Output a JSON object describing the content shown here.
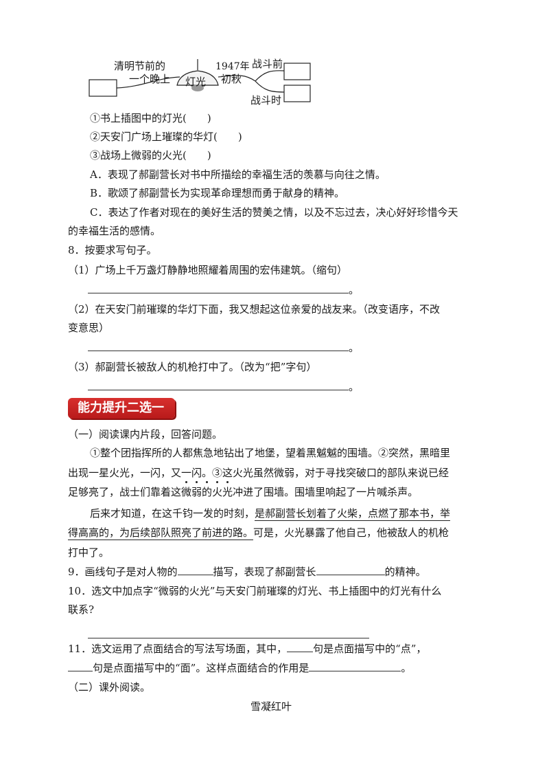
{
  "diagram": {
    "left_top": "清明节前的",
    "left_bottom": "一个晚上",
    "center": "灯光",
    "right_top": "1947年",
    "right_bottom": "初秋",
    "branch_top": "战斗前",
    "branch_bottom": "战斗时"
  },
  "q7": {
    "items": [
      "①书上插图中的灯光(　　)",
      "②天安门广场上璀璨的华灯(　　)",
      "③战场上微弱的火光(　　)"
    ],
    "option_a": "A．表现了郝副营长对书中所描绘的幸福生活的羡慕与向往之情。",
    "option_b": "B．歌颂了郝副营长为实现革命理想而勇于献身的精神。",
    "option_c_line1": "C．表达了作者对现在的美好生活的赞美之情，以及不忘过去，决心好好珍惜今天",
    "option_c_line2": "的幸福生活的感情。"
  },
  "q8": {
    "title": "8．按要求写句子。",
    "s1": "（1）广场上千万盏灯静静地照耀着周围的宏伟建筑。（缩句）",
    "s2_line1": "（2）在天安门前璀璨的华灯下面，我又想起这位亲爱的战友来。（改变语序，不改",
    "s2_line2": "变意思）",
    "s3": "（3）郝副营长被敌人的机枪打中了。（改为“把”字句）",
    "period": "。"
  },
  "banner": "能力提升二选一",
  "reading1": {
    "heading": "（一）阅读课内片段，回答问题。",
    "p1_line1": "①整个团指挥所的人都焦急地钻出了地堡，望着黑魆魆的围墙。②突然，黑暗里",
    "p1_line2": "出现一星火光，一闪，又一闪。③这火光虽然微弱，对于寻找突破口的部队来说已经",
    "p1_line3_pre": "足够亮了，战士们靠着这",
    "p1_dotted": [
      "微",
      "弱",
      "的",
      "火",
      "光"
    ],
    "p1_line3_post": "冲进了围墙。围墙里响起了一片喊杀声。",
    "p2_line1_pre": "后来才知道，在这千钧一发的时刻，",
    "p2_line1_u": "是郝副营长划着了火柴，点燃了那本书，举",
    "p2_line2_u": "得高高的，为后续部队照亮了前进的路。",
    "p2_line2_post": "可是，火光暴露了他自己，他被敌人的机枪",
    "p2_line3": "打中了。"
  },
  "q9": {
    "pre": "9．画线句子是对人物的",
    "mid": "描写，表现了郝副营长",
    "post": "的精神。"
  },
  "q10": {
    "line1": "10．选文中加点字“微弱的火光”与天安门前璀璨的灯光、书上插图中的灯光有什么",
    "line2": "联系?"
  },
  "q11": {
    "line1_pre": "11．选文运用了点面结合的写法写场面，其中，",
    "line1_post": "句是点面描写中的“点”，",
    "line2_mid": "句是点面描写中的“面”。这样点面结合的作用是",
    "line2_end": "。"
  },
  "reading2": {
    "heading": "（二）课外阅读。",
    "title": "雪凝红叶"
  }
}
